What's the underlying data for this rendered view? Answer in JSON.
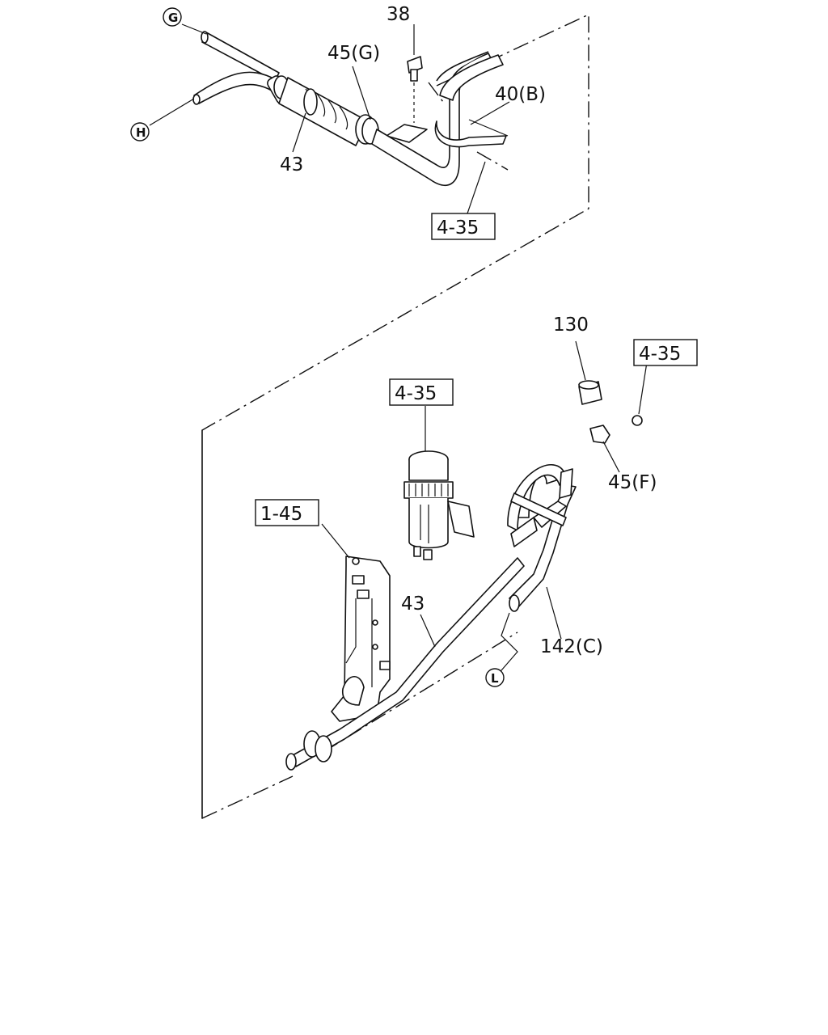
{
  "callouts": {
    "c38": "38",
    "c45g": "45(G)",
    "c40b": "40(B)",
    "c43_top": "43",
    "c43_bottom": "43",
    "c130": "130",
    "c45f": "45(F)",
    "c142c": "142(C)"
  },
  "ref_boxes": {
    "ref_top": "4-35",
    "ref_reservoir": "4-35",
    "ref_right": "4-35",
    "ref_bracket": "1-45"
  },
  "connectors": {
    "g": "G",
    "h": "H",
    "l": "L"
  }
}
